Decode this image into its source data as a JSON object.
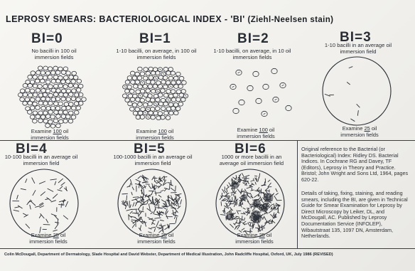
{
  "title": "LEPROSY SMEARS: BACTERIOLOGICAL INDEX - 'BI'",
  "title_stain": "(Ziehl-Neelsen stain)",
  "panels": [
    {
      "label": "BI=0",
      "desc": "No bacilli in 100 oil immersion fields",
      "exam_pre": "Examine ",
      "exam_num": "100",
      "exam_post": " oil immersion fields"
    },
    {
      "label": "BI=1",
      "desc": "1-10 bacilli, on average, in 100 oil immersion fields",
      "exam_pre": "Examine ",
      "exam_num": "100",
      "exam_post": " oil immersion fields"
    },
    {
      "label": "BI=2",
      "desc": "1-10 bacilli, on average, in 10 oil immersion fields",
      "exam_pre": "Examine ",
      "exam_num": "100",
      "exam_post": " oil immersion fields"
    },
    {
      "label": "BI=3",
      "desc": "1-10 bacilli in an average oil immersion field",
      "exam_pre": "Examine ",
      "exam_num": "25",
      "exam_post": " oil immersion fields"
    },
    {
      "label": "BI=4",
      "desc": "10-100 bacilli in an average oil immersion field",
      "exam_pre": "Examine ",
      "exam_num": "25",
      "exam_post": " oil immersion fields"
    },
    {
      "label": "BI=5",
      "desc": "100-1000 bacilli in an average oil immersion field",
      "exam_pre": "Examine ",
      "exam_num": "25",
      "exam_post": " oil immersion fields"
    },
    {
      "label": "BI=6",
      "desc": "1000 or more bacilli in an average oil immersion field",
      "exam_pre": "Examine ",
      "exam_num": "25",
      "exam_post": " oil immersion fields"
    }
  ],
  "reference_text": "Original reference to the Bacterial (or Bacteriological) Index: Ridley DS. Bacterial Indices. In Cochrane RG and Davey, TF (Editors), Leprosy in Theory and Practice. Bristol; John Wright and Sons Ltd, 1964, pages 620-22.",
  "details_text": "Details of taking, fixing, staining, and reading smears, including the BI, are given in Technical Guide for Smear Examination for Leprosy by Direct Microscopy by Leiker, DL, and McDougall, AC. Published by Leprosy Documentation Service (INFOLEP), Wibautstraat 135, 1097 DN, Amsterdam, Netherlands.",
  "footer": "Colin McDougall, Department of Dermatology, Slade Hospital and David Webster, Department of Medical Illustration, John Radcliffe Hospital, Oxford, UK, July 1986 (REVISED)",
  "colors": {
    "ink": "#2a2e35",
    "paper": "#f4f3ef"
  }
}
